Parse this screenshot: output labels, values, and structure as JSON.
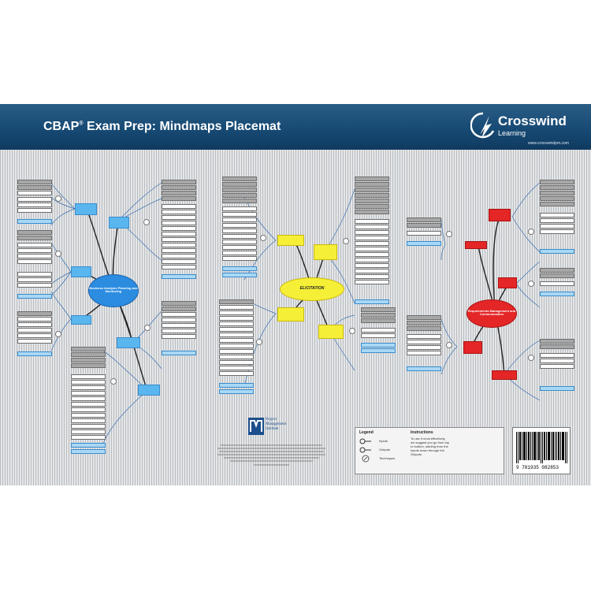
{
  "header": {
    "title": "CBAP",
    "title_reg": "®",
    "title_rest": " Exam Prep: Mindmaps Placemat",
    "brand_name": "Crosswind",
    "brand_sub": "Learning",
    "brand_url": "www.crosswindpm.com"
  },
  "center_nodes": {
    "ba_planning": "Business Analysis Planning and Monitoring",
    "elicitation": "ELICITATION",
    "rm_communication": "Requirements Management and Communication"
  },
  "legend": {
    "title": "Legend",
    "inputs": "Inputs",
    "outputs": "Outputs",
    "techniques": "Techniques",
    "instructions_title": "Instructions",
    "instructions_text": [
      "To use it most effectively,",
      "we suggest you go from top",
      "to bottom, starting from the",
      "Inputs down through the",
      "Outputs."
    ]
  },
  "publisher": {
    "org": [
      "Project",
      "Management",
      "Institute"
    ]
  },
  "barcode": {
    "number": "9 781935 082853"
  },
  "colors": {
    "header": "#174a74",
    "ba_planning_nodes": "#59b6ee",
    "elicitation_nodes": "#f6ef37",
    "rm_communication_nodes": "#e42626",
    "input_box": "#a7a7a7",
    "output_box": "#a9d8f5"
  }
}
